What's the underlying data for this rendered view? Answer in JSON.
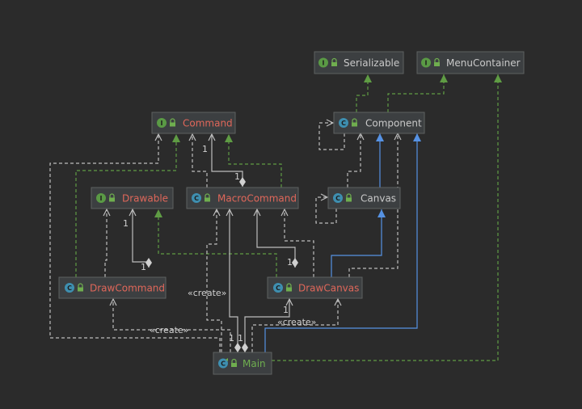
{
  "colors": {
    "background": "#2b2b2b",
    "node_fill": "#3c3f41",
    "node_border": "#5e6060",
    "abstract_text": "#e0675a",
    "plain_text": "#c9c9c9",
    "main_text": "#6fae4f",
    "interface_badge": "#5a9a45",
    "class_badge": "#3e8fb0",
    "dependency_line": "#bdbdbd",
    "realization_line": "#5f9c44",
    "generalization_line": "#5692e3"
  },
  "nodes": {
    "serializable": {
      "label": "Serializable",
      "kind": "interface",
      "icon": "interface-icon",
      "text_color": "plain"
    },
    "menucontainer": {
      "label": "MenuContainer",
      "kind": "interface",
      "icon": "interface-icon",
      "text_color": "plain"
    },
    "command": {
      "label": "Command",
      "kind": "interface",
      "icon": "interface-icon",
      "text_color": "abstract"
    },
    "component": {
      "label": "Component",
      "kind": "class",
      "icon": "class-icon",
      "text_color": "plain"
    },
    "drawable": {
      "label": "Drawable",
      "kind": "interface",
      "icon": "interface-icon",
      "text_color": "abstract"
    },
    "macrocommand": {
      "label": "MacroCommand",
      "kind": "class",
      "icon": "class-icon",
      "text_color": "abstract"
    },
    "canvas": {
      "label": "Canvas",
      "kind": "class",
      "icon": "class-icon",
      "text_color": "plain"
    },
    "drawcommand": {
      "label": "DrawCommand",
      "kind": "class",
      "icon": "class-icon",
      "text_color": "abstract"
    },
    "drawcanvas": {
      "label": "DrawCanvas",
      "kind": "class",
      "icon": "class-icon",
      "text_color": "abstract"
    },
    "main": {
      "label": "Main",
      "kind": "main-class",
      "icon": "main-class-icon",
      "text_color": "main"
    }
  },
  "badges": {
    "interface": "I",
    "class": "C",
    "main-class": "C"
  },
  "edge_labels": {
    "create_macro": "«create»",
    "create_drawcommand": "«create»",
    "create_drawcanvas": "«create»",
    "mult_macro_command": "1",
    "mult_macro_diamond": "1",
    "mult_drawcommand_drawable": "1",
    "mult_drawcommand_diamond": "1",
    "mult_drawcanvas_macro": "1",
    "mult_main_drawcanvas": "1",
    "mult_main_a": "1",
    "mult_main_b": "1"
  }
}
